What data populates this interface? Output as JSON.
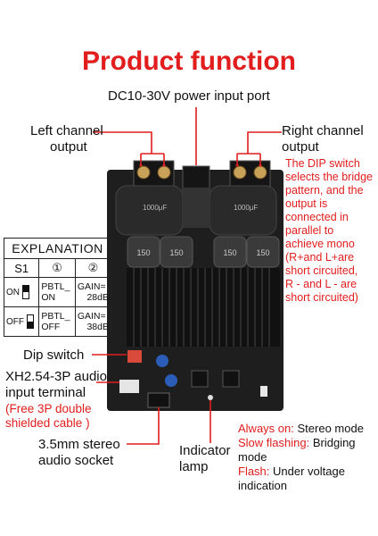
{
  "title": "Product function",
  "labels": {
    "power": "DC10-30V power input port",
    "left_ch_1": "Left channel",
    "left_ch_2": "output",
    "right_ch_1": "Right channel",
    "right_ch_2": "output",
    "dip_note": [
      "The DIP switch",
      "selects the bridge",
      "pattern, and the",
      "output is",
      "connected in",
      "parallel to",
      "achieve mono",
      "(R+and L+are",
      "short circuited,",
      "R - and L - are",
      "short circuited)"
    ],
    "dip_switch": "Dip switch",
    "xh_1": "XH2.54-3P audio",
    "xh_2": "input terminal",
    "xh_note_1": "(Free 3P double",
    "xh_note_2": "shielded cable )",
    "jack_1": "3.5mm stereo",
    "jack_2": "audio socket",
    "indicator_1": "Indicator",
    "indicator_2": "lamp"
  },
  "modes": [
    {
      "name": "Always on:",
      "desc": "Stereo mode"
    },
    {
      "name": "Slow flashing:",
      "desc": "Bridging"
    },
    {
      "name": "",
      "desc": "mode"
    },
    {
      "name": "Flash:",
      "desc": "Under voltage"
    },
    {
      "name": "",
      "desc": "indication"
    }
  ],
  "explanation": {
    "heading": "EXPLANATION",
    "col_s1": "S1",
    "col_1": "①",
    "col_2": "②",
    "rows": [
      {
        "state": "ON",
        "c1a": "PBTL_",
        "c1b": "ON",
        "c2a": "GAIN=",
        "c2b": "28dB"
      },
      {
        "state": "OFF",
        "c1a": "PBTL_",
        "c1b": "OFF",
        "c2a": "GAIN=",
        "c2b": "38dB"
      }
    ]
  },
  "board": {
    "cap_left": "1000μF",
    "cap_right": "1000μF",
    "ind_1": "150",
    "ind_2": "150",
    "ind_3": "150",
    "ind_4": "150"
  },
  "colors": {
    "accent": "#e11d1d",
    "heatsink": "#1a1a1a",
    "board": "#222222"
  }
}
